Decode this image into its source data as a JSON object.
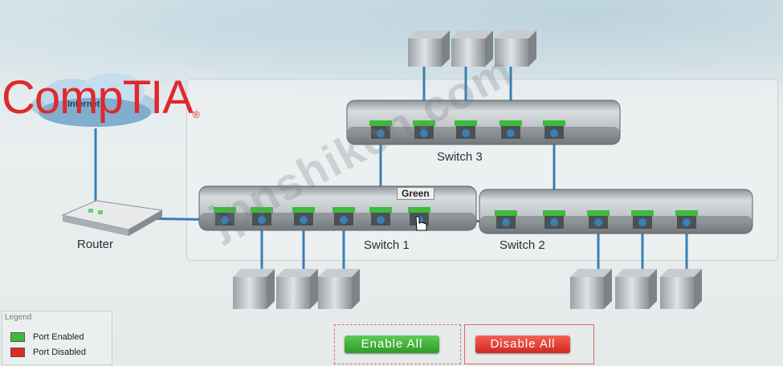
{
  "brand": {
    "text": "CompTIA",
    "mark": "®"
  },
  "watermark": "jpnshiken.com",
  "nodes": {
    "internet": "Internet",
    "router": "Router",
    "switch1": "Switch 1",
    "switch2": "Switch 2",
    "switch3": "Switch 3"
  },
  "tooltip": "Green",
  "legend": {
    "title": "Legend",
    "enabled_label": "Port Enabled",
    "disabled_label": "Port Disabled"
  },
  "buttons": {
    "enable_all": "Enable All",
    "disable_all": "Disable All"
  },
  "colors": {
    "enabled": "#3dbb3a",
    "disabled": "#e02a22",
    "cable": "#3a7fb5"
  }
}
